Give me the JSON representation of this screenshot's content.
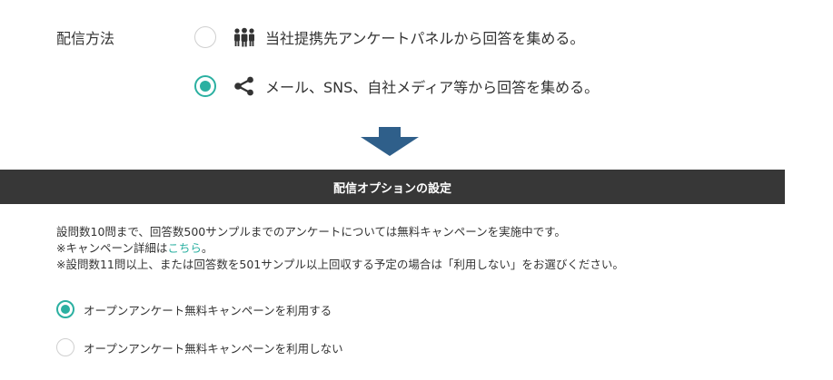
{
  "delivery": {
    "label": "配信方法",
    "options": [
      {
        "icon": "users-icon",
        "text": "当社提携先アンケートパネルから回答を集める。",
        "selected": false
      },
      {
        "icon": "share-icon",
        "text": "メール、SNS、自社メディア等から回答を集める。",
        "selected": true
      }
    ]
  },
  "options_section": {
    "title": "配信オプションの設定"
  },
  "info": {
    "line1": "設問数10問まで、回答数500サンプルまでのアンケートについては無料キャンペーンを実施中です。",
    "line2_prefix": "※キャンペーン詳細は",
    "line2_link": "こちら",
    "line2_suffix": "。",
    "line3": "※設問数11問以上、または回答数を501サンプル以上回収する予定の場合は「利用しない」をお選びください。"
  },
  "campaign": {
    "options": [
      {
        "text": "オープンアンケート無料キャンペーンを利用する",
        "selected": true
      },
      {
        "text": "オープンアンケート無料キャンペーンを利用しない",
        "selected": false
      }
    ]
  },
  "colors": {
    "accent": "#2bb0a1",
    "arrow": "#2f5f8a",
    "section_bar": "#373737"
  }
}
